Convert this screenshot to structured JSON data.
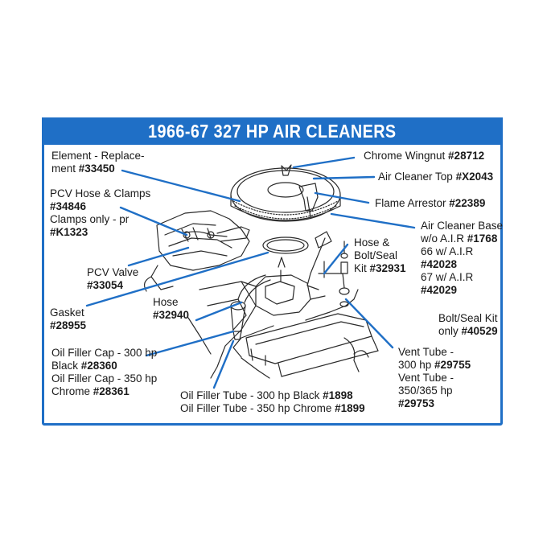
{
  "title": "1966-67 327 HP AIR CLEANERS",
  "colors": {
    "accent": "#1f6fc6",
    "line": "#1f6fc6",
    "text": "#1a1a1a"
  },
  "labels": {
    "element": {
      "l1": "Element - Replace-",
      "l2": "ment ",
      "p2": "#33450"
    },
    "pcv_hose": {
      "l1": "PCV Hose & Clamps",
      "p1": "#34846",
      "l2": "Clamps only - pr",
      "p2": "#K1323"
    },
    "pcv_valve": {
      "l1": "PCV Valve",
      "p1": "#33054"
    },
    "gasket": {
      "l1": "Gasket",
      "p1": "#28955"
    },
    "hose": {
      "l1": "Hose",
      "p1": "#32940"
    },
    "oil_cap": {
      "l1": "Oil Filler Cap - 300 hp",
      "l2": "Black ",
      "p2": "#28360",
      "l3": "Oil Filler Cap - 350 hp",
      "l4": "Chrome ",
      "p4": "#28361"
    },
    "oil_tube": {
      "l1": "Oil Filler Tube - 300 hp Black ",
      "p1": "#1898",
      "l2": "Oil Filler Tube - 350 hp Chrome ",
      "p2": "#1899"
    },
    "wingnut": {
      "l1": "Chrome Wingnut ",
      "p1": "#28712"
    },
    "top": {
      "l1": "Air Cleaner Top ",
      "p1": "#X2043"
    },
    "flame": {
      "l1": "Flame Arrestor ",
      "p1": "#22389"
    },
    "base": {
      "l1": "Air Cleaner Base",
      "l2": "w/o A.I.R ",
      "p2": "#1768",
      "l3": "66 w/ A.I.R",
      "p3": "#42028",
      "l4": "67 w/ A.I.R",
      "p4": "#42029"
    },
    "hose_bolt": {
      "l1": "Hose &",
      "l2": "Bolt/Seal",
      "l3": "Kit ",
      "p3": "#32931"
    },
    "bolt_seal": {
      "l1": "Bolt/Seal Kit",
      "l2": "only ",
      "p2": "#40529"
    },
    "vent": {
      "l1": "Vent Tube -",
      "l2": "300 hp ",
      "p2": "#29755",
      "l3": "Vent Tube -",
      "l4": "350/365 hp",
      "p4": "#29753"
    }
  }
}
